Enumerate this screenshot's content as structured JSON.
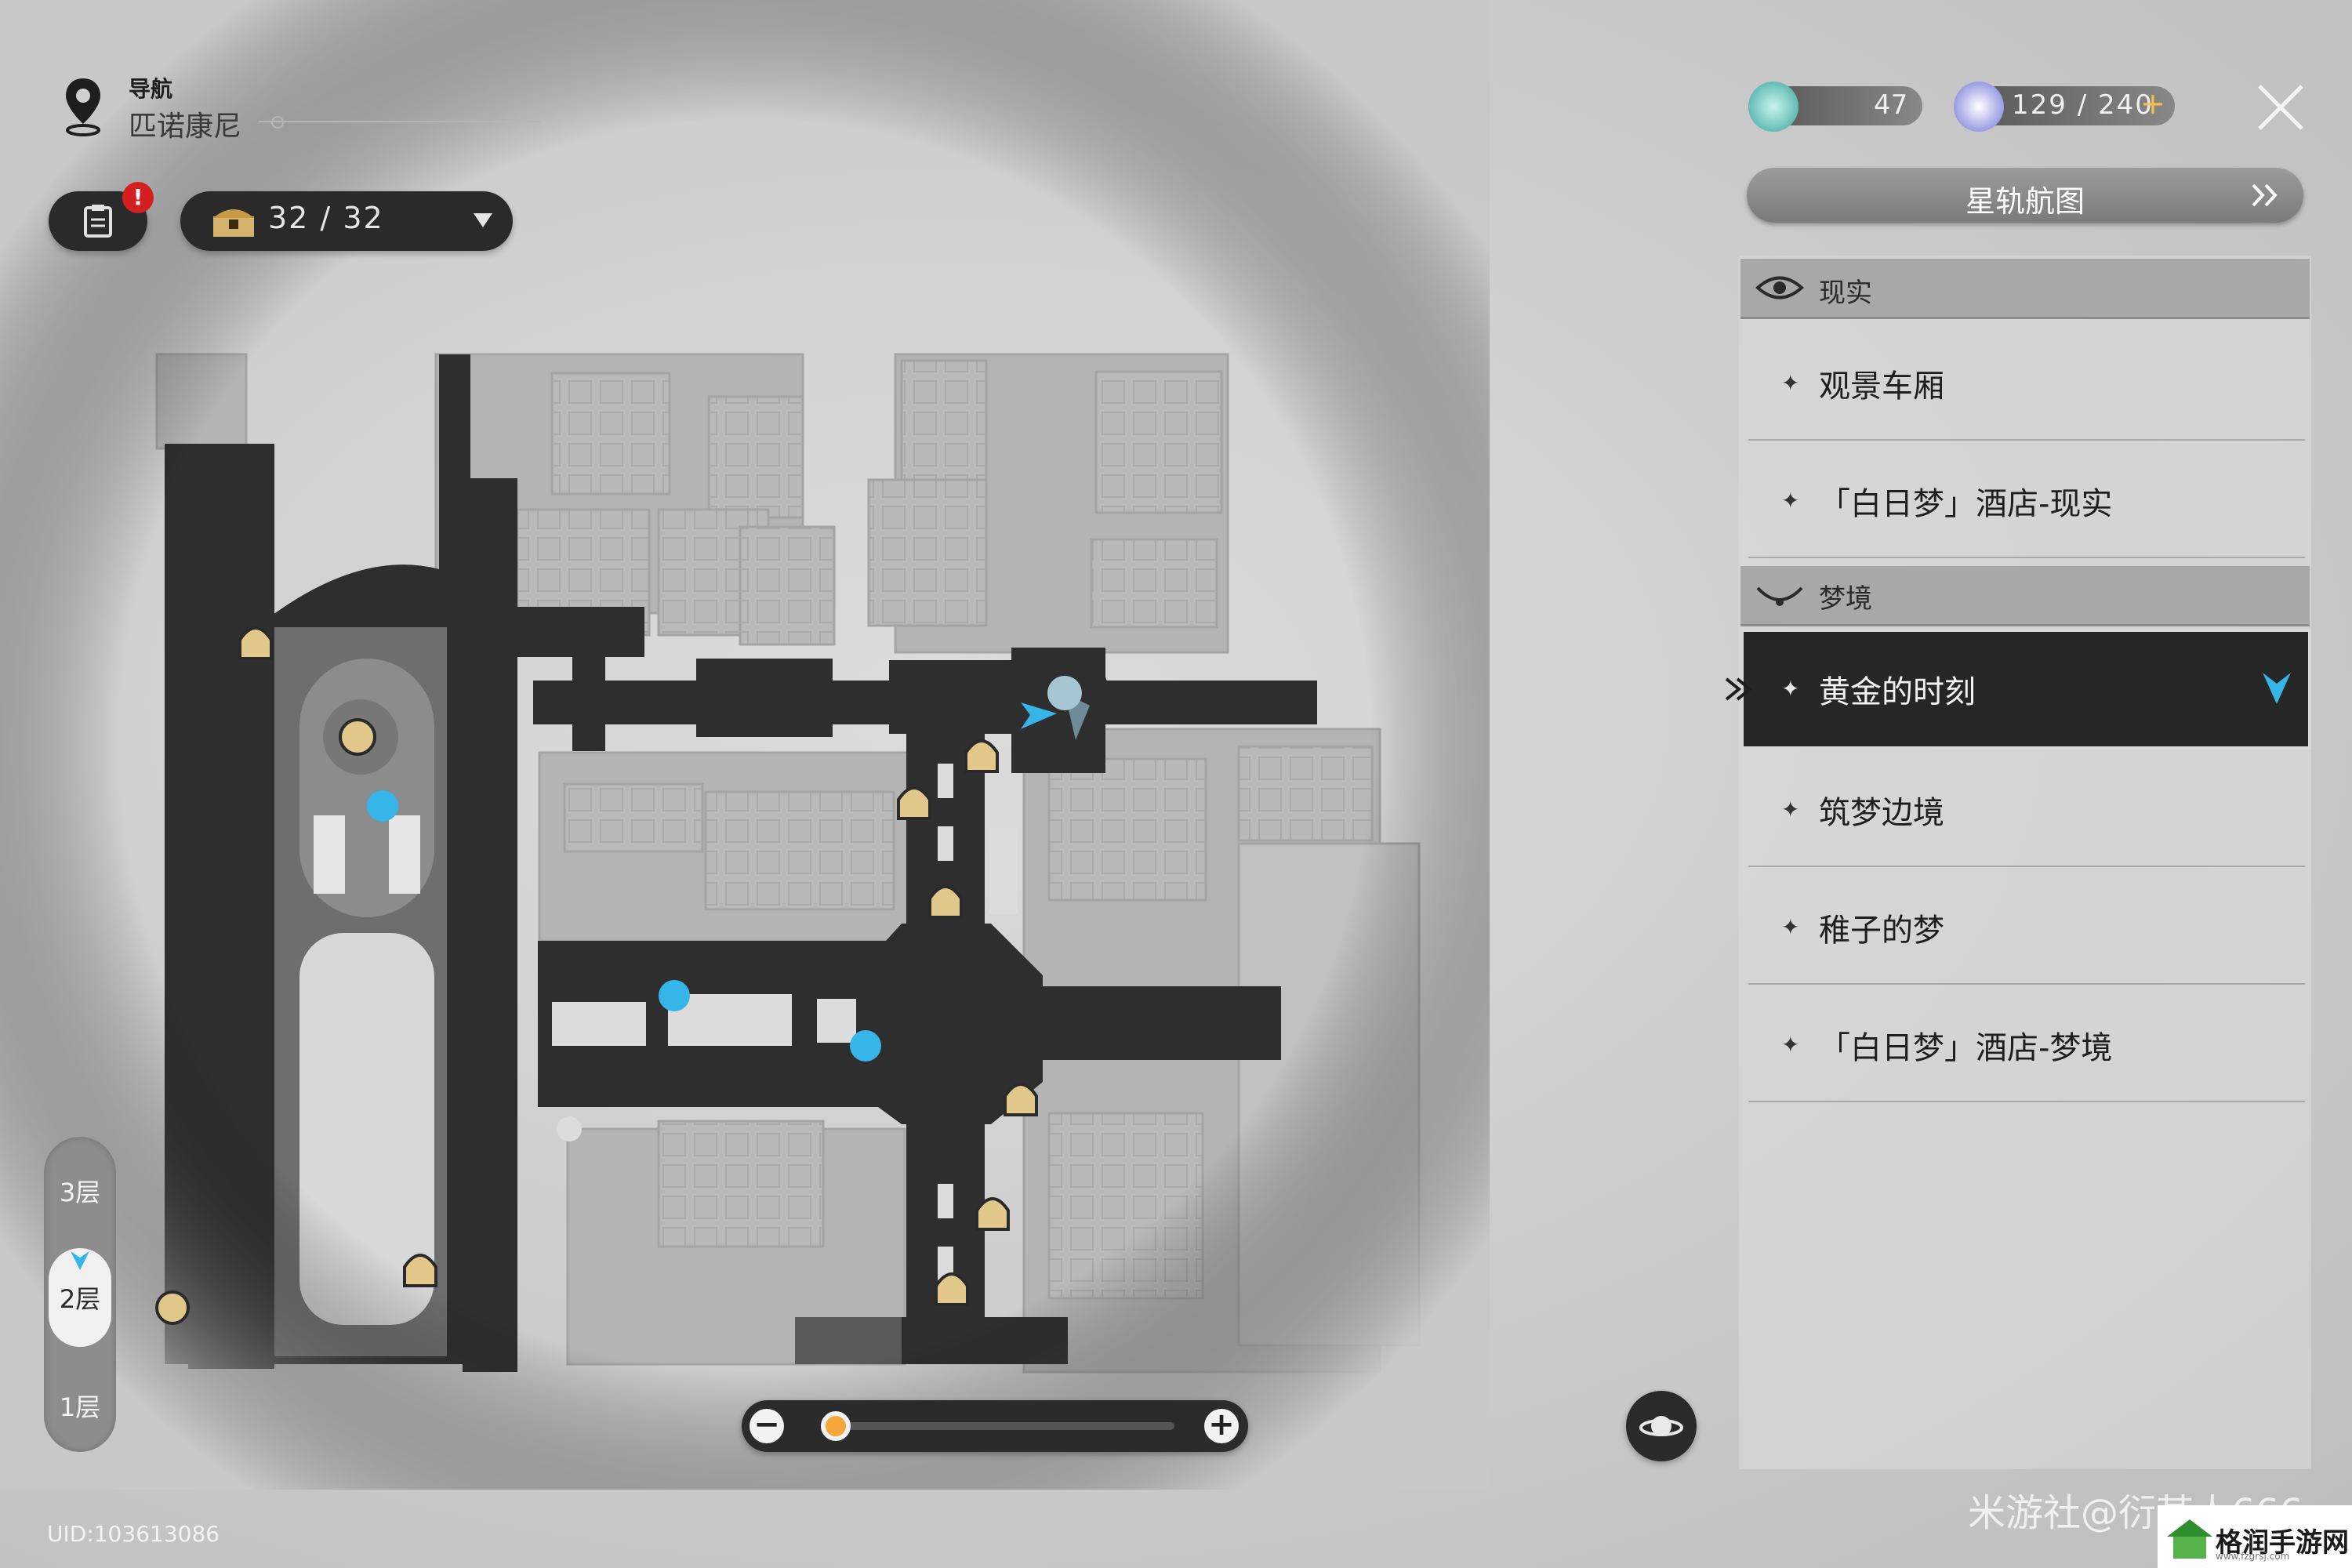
{
  "header": {
    "nav_label": "导航",
    "location": "匹诺康尼"
  },
  "quest": {
    "badge": "!"
  },
  "chest": {
    "count": "32 / 32"
  },
  "currencies": [
    {
      "icon": "trailblaze-fuel-icon",
      "value": "47"
    },
    {
      "icon": "trailblaze-power-icon",
      "value": "129 / 240",
      "plus": "+"
    }
  ],
  "panel": {
    "map_button": "星轨航图",
    "sections": [
      {
        "label": "现实",
        "icon": "eye-icon",
        "items": [
          "观景车厢",
          "「白日梦」酒店-现实"
        ]
      },
      {
        "label": "梦境",
        "icon": "closed-eye-icon",
        "items": [
          "黄金的时刻",
          "筑梦边境",
          "稚子的梦",
          "「白日梦」酒店-梦境"
        ]
      }
    ],
    "selected": "黄金的时刻"
  },
  "floors": [
    "3层",
    "2层",
    "1层"
  ],
  "current_floor": "2层",
  "zoom": {
    "minus": "−",
    "plus": "+",
    "level": 0.02
  },
  "footer": {
    "uid": "UID:103613086",
    "watermark": "米游社@衍某人666",
    "site": "格润手游网",
    "site_url": "www.fzgrsj.com"
  },
  "colors": {
    "accent": "#35b5e8",
    "dark": "#262626",
    "zoom_knob": "#f6a73a",
    "badge": "#d42020"
  }
}
